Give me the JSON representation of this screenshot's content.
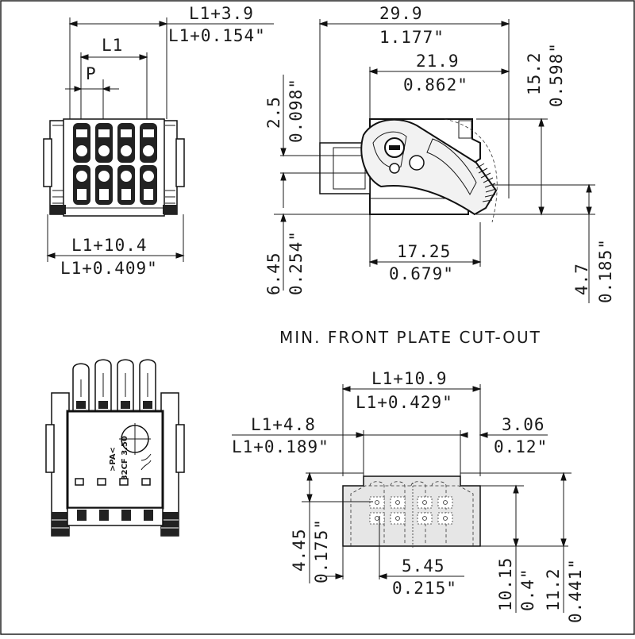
{
  "heading": "MIN. FRONT PLATE CUT-OUT",
  "dims": {
    "top_overall_mm": "L1+3.9",
    "top_overall_in": "L1+0.154\"",
    "pitch_span": "L1",
    "pitch": "P",
    "bottom_overall_mm": "L1+10.4",
    "bottom_overall_in": "L1+0.409\"",
    "side_width_mm": "29.9",
    "side_width_in": "1.177\"",
    "side_inner_mm": "21.9",
    "side_inner_in": "0.862\"",
    "side_height_mm": "15.2",
    "side_height_in": "0.598\"",
    "pin_offset_mm": "2.5",
    "pin_offset_in": "0.098\"",
    "pin_low_mm": "6.45",
    "pin_low_in": "0.254\"",
    "base_len_mm": "17.25",
    "base_len_in": "0.679\"",
    "foot_mm": "4.7",
    "foot_in": "0.185\"",
    "cut_width_mm": "L1+10.9",
    "cut_width_in": "L1+0.429\"",
    "cut_inner_mm": "L1+4.8",
    "cut_inner_in": "L1+0.189\"",
    "cut_step_mm": "3.06",
    "cut_step_in": "0.12\"",
    "cut_left_mm": "4.45",
    "cut_left_in": "0.175\"",
    "cut_bottom_mm": "5.45",
    "cut_bottom_in": "0.215\"",
    "cut_h1_mm": "10.15",
    "cut_h1_in": "0.4\"",
    "cut_h2_mm": "11.2",
    "cut_h2_in": "0.441\""
  },
  "marking": {
    "line1": "B2CF 3.50",
    "line2": ">PA<"
  }
}
